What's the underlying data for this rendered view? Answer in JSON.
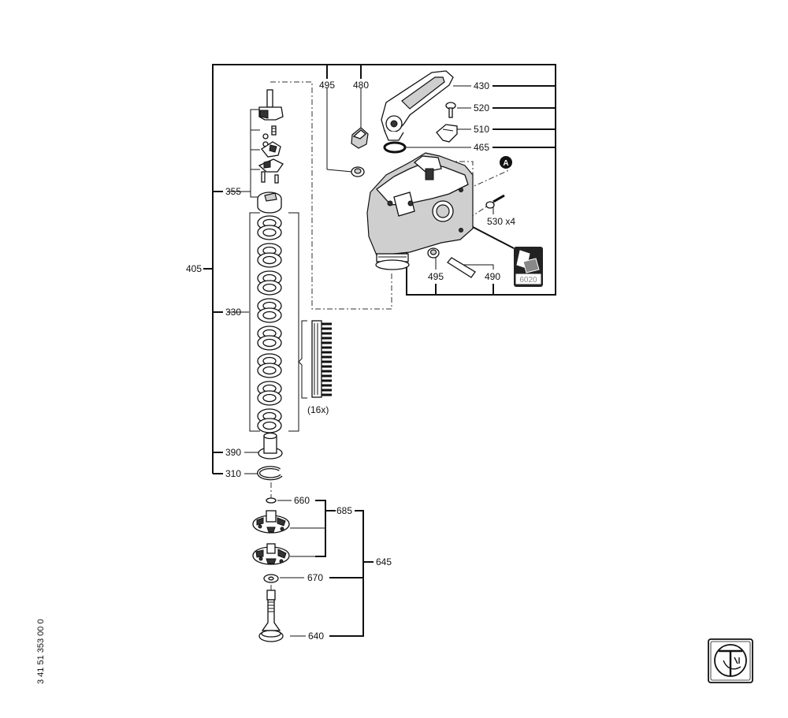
{
  "doc_number": "3 41 51 353 00 0",
  "callouts": {
    "c495_top": "495",
    "c480": "480",
    "c430": "430",
    "c520": "520",
    "c510": "510",
    "c465": "465",
    "c530": "530 x4",
    "c495_bottom": "495",
    "c490": "490",
    "c355": "355",
    "c405": "405",
    "c330": "330",
    "c16x": "(16x)",
    "c390": "390",
    "c310": "310",
    "c660": "660",
    "c685": "685",
    "c645": "645",
    "c670": "670",
    "c640": "640"
  },
  "marker_a": "A",
  "grease_code": "6020",
  "icons": {
    "logo": "fein-logo",
    "grease": "grease-icon"
  }
}
